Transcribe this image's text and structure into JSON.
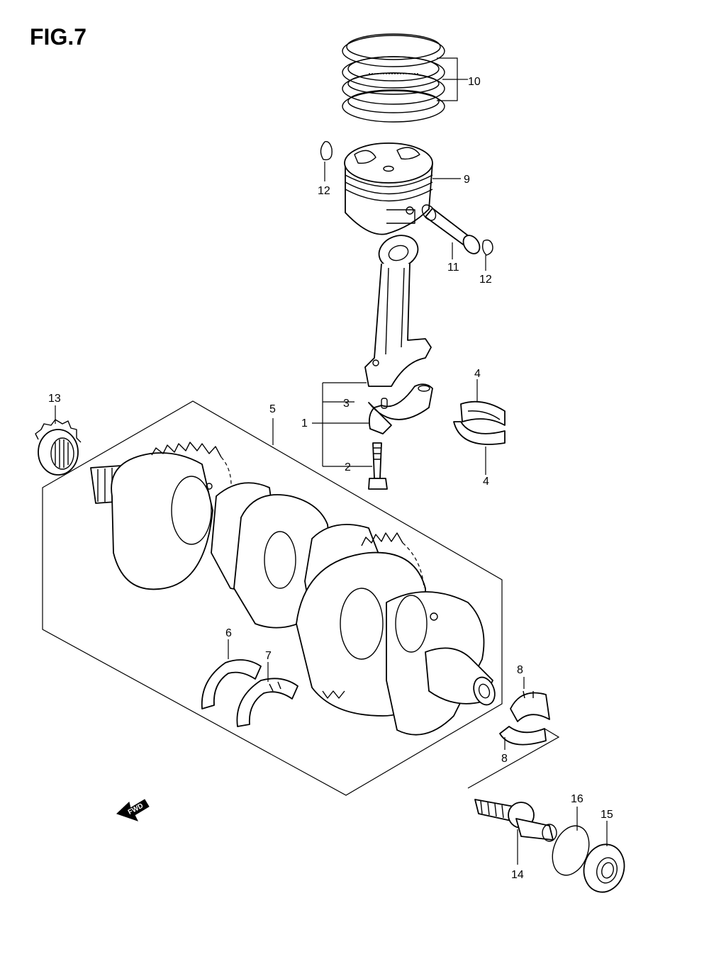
{
  "figure": {
    "title": "FIG.7"
  },
  "callouts": {
    "c1": "1",
    "c2": "2",
    "c3": "3",
    "c4a": "4",
    "c4b": "4",
    "c5": "5",
    "c6": "6",
    "c7": "7",
    "c8a": "8",
    "c8b": "8",
    "c9": "9",
    "c10": "10",
    "c11": "11",
    "c12a": "12",
    "c12b": "12",
    "c13": "13",
    "c14": "14",
    "c15": "15",
    "c16": "16"
  },
  "fwd_arrow": {
    "label": "FWD"
  }
}
